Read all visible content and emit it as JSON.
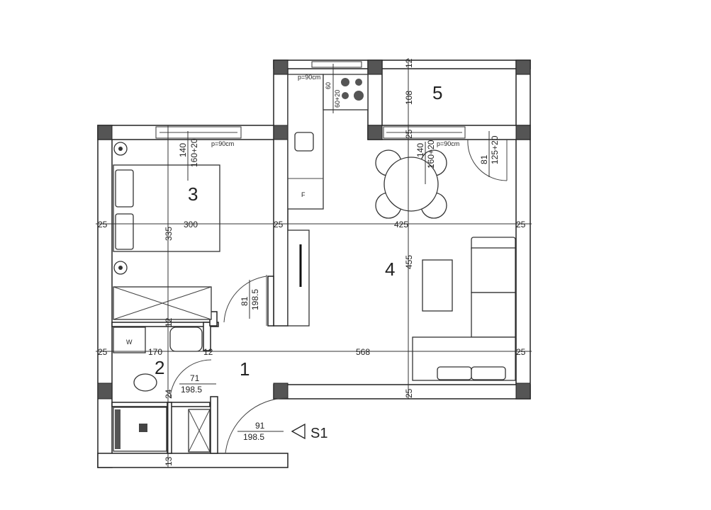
{
  "plan": {
    "rooms": {
      "r1": "1",
      "r2": "2",
      "r3": "3",
      "r4": "4",
      "r5": "5"
    },
    "section_marker": "S1",
    "fixtures": {
      "washer": "W",
      "fridge": "F"
    },
    "dimensions": {
      "bed_width": "300",
      "bed_height": "335",
      "wall_left": "25",
      "wall_mid": "25",
      "living_width": "425",
      "wall_right": "25",
      "living_height": "455",
      "room5_height": "108",
      "wall_top": "12",
      "wall_r5": "25",
      "bath_width": "170",
      "bath_wall": "12",
      "hall_width": "568",
      "wall_left2": "25",
      "wall_right2": "25",
      "wall_bottom": "25",
      "bath_wall_v": "12",
      "bath_wall_v2": "24",
      "bath_wall_v3": "13",
      "window_bed_w": "140",
      "window_bed_h": "160+20",
      "window_bed_p": "p=90cm",
      "window_liv_w": "140",
      "window_liv_h": "160+20",
      "window_liv_p": "p=90cm",
      "window_kit_w": "60",
      "window_kit_h": "60+20",
      "window_kit_p": "p=90cm",
      "door_bed_w": "81",
      "door_bed_h": "198.5",
      "door_bath_w": "71",
      "door_bath_h": "198.5",
      "door_entry_w": "91",
      "door_entry_h": "198.5",
      "door_balcony_w": "81",
      "door_balcony_h": "125+20"
    }
  }
}
